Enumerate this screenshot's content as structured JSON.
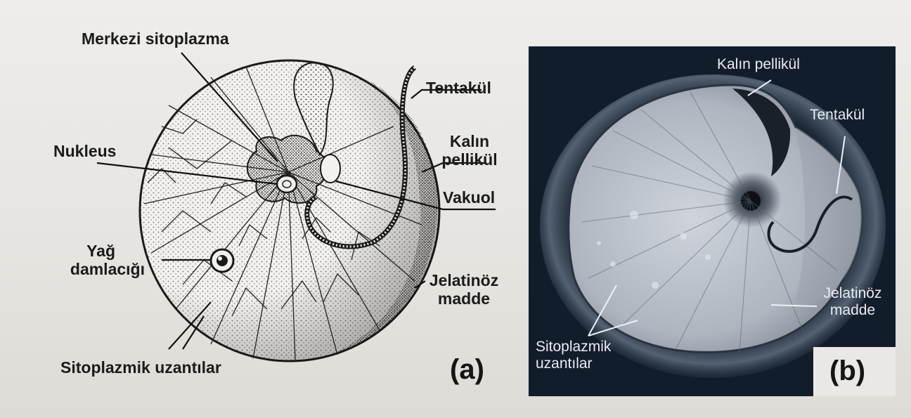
{
  "panel_a": {
    "label_central_cytoplasm": "Merkezi sitoplazma",
    "label_nucleus": "Nukleus",
    "label_tentacle": "Tentakül",
    "label_thick_pellicle_1": "Kalın",
    "label_thick_pellicle_2": "pellikül",
    "label_vacuole": "Vakuol",
    "label_oil_droplet_1": "Yağ",
    "label_oil_droplet_2": "damlacığı",
    "label_gelatinous_1": "Jelatinöz",
    "label_gelatinous_2": "madde",
    "label_cytoplasmic_extensions": "Sitoplazmik uzantılar",
    "letter": "(a)"
  },
  "panel_b": {
    "label_thick_pellicle": "Kalın pellikül",
    "label_tentacle": "Tentakül",
    "label_gelatinous_1": "Jelatinöz",
    "label_gelatinous_2": "madde",
    "label_cytoplasmic_1": "Sitoplazmik",
    "label_cytoplasmic_2": "uzantılar",
    "letter": "(b)"
  }
}
